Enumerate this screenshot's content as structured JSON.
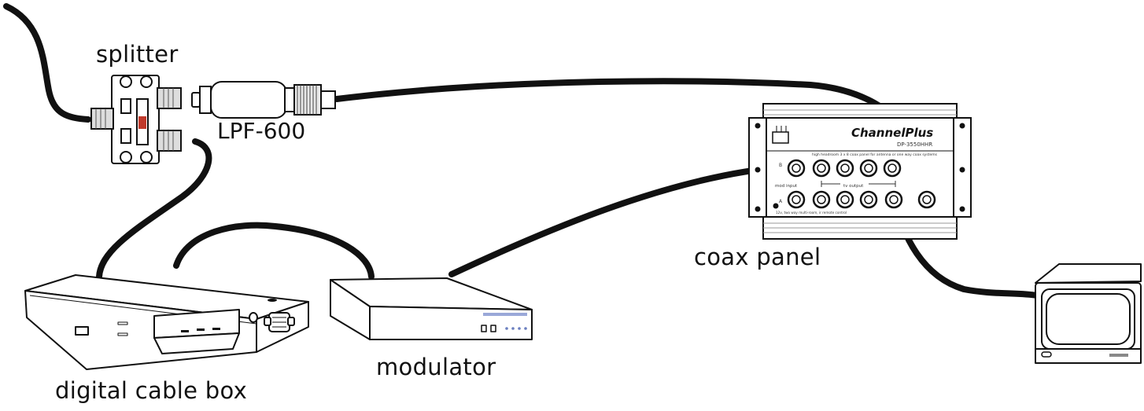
{
  "labels": {
    "splitter": "splitter",
    "filter": "LPF-600",
    "coax_panel": "coax panel",
    "cable_box": "digital cable box",
    "modulator": "modulator"
  },
  "panel": {
    "brand": "ChannelPlus",
    "model": "DP-3550HHR",
    "tagline": "high headroom 3 x 8 coax panel for antenna or one way coax systems",
    "mod_input": "mod input",
    "tv_output": "tv output",
    "footer_note": "12v, two way multi-room, ir remote control",
    "port_b": "B",
    "port_a": "A"
  }
}
